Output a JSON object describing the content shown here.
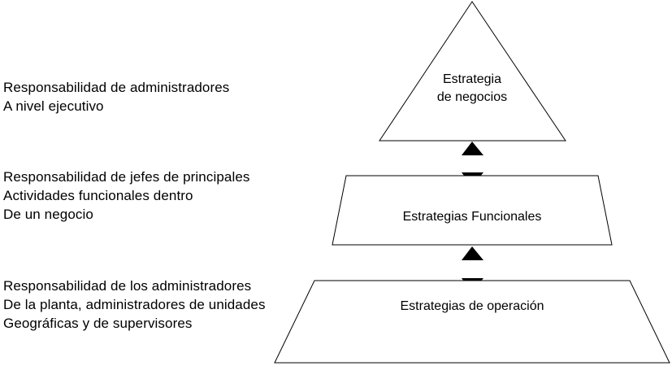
{
  "diagram": {
    "levels": [
      {
        "id": "business",
        "shape_label": [
          "Estrategia",
          "de negocios"
        ],
        "responsibility": [
          "Responsabilidad de administradores",
          "A nivel ejecutivo"
        ]
      },
      {
        "id": "functional",
        "shape_label": [
          "Estrategias Funcionales"
        ],
        "responsibility": [
          "Responsabilidad de jefes de principales",
          "Actividades funcionales dentro",
          "De un negocio"
        ]
      },
      {
        "id": "operational",
        "shape_label": [
          "Estrategias de operación"
        ],
        "responsibility": [
          "Responsabilidad de los administradores",
          "De la planta, administradores de unidades",
          "Geográficas y de supervisores"
        ]
      }
    ],
    "stroke_color": "#000000",
    "fill_color": "#ffffff"
  }
}
